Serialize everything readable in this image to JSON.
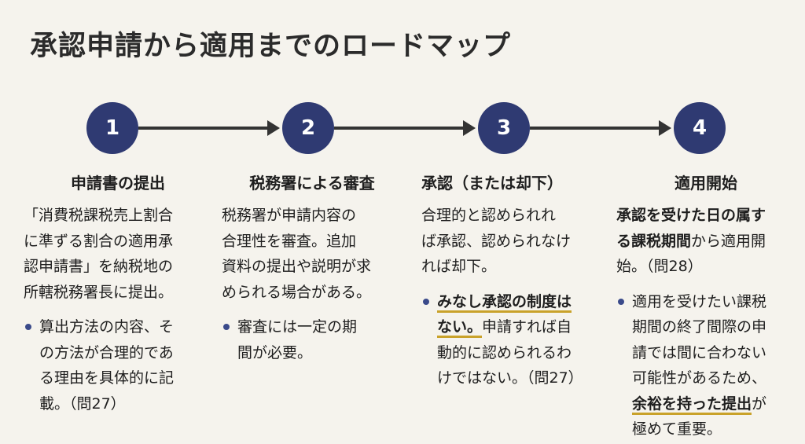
{
  "title": "承認申請から適用までのロードマップ",
  "colors": {
    "circle": "#2f3a72",
    "arrow": "#333333",
    "underline": "#c9a22a",
    "background": "#f5f3ed"
  },
  "steps": [
    {
      "number": "1",
      "heading": "申請書の提出",
      "para": [
        [
          [
            "「消費税課税売上割合",
            ""
          ]
        ],
        [
          [
            "に準ずる割合の適用承",
            ""
          ]
        ],
        [
          [
            "認申請書」を納税地の",
            ""
          ]
        ],
        [
          [
            "所轄税務署長に提出。",
            ""
          ]
        ]
      ],
      "bullet": [
        [
          [
            "算出方法の内容、そ",
            ""
          ]
        ],
        [
          [
            "の方法が合理的であ",
            ""
          ]
        ],
        [
          [
            "る理由を具体的に記",
            ""
          ]
        ],
        [
          [
            "載。（問27）",
            ""
          ]
        ]
      ]
    },
    {
      "number": "2",
      "heading": "税務署による審査",
      "para": [
        [
          [
            "税務署が申請内容の",
            ""
          ]
        ],
        [
          [
            "合理性を審査。追加",
            ""
          ]
        ],
        [
          [
            "資料の提出や説明が求",
            ""
          ]
        ],
        [
          [
            "められる場合がある。",
            ""
          ]
        ]
      ],
      "bullet": [
        [
          [
            "審査には一定の期",
            ""
          ]
        ],
        [
          [
            "間が必要。",
            ""
          ]
        ]
      ]
    },
    {
      "number": "3",
      "heading": "承認（または却下）",
      "para": [
        [
          [
            "合理的と認められれ",
            ""
          ]
        ],
        [
          [
            "ば承認、認められなけ",
            ""
          ]
        ],
        [
          [
            "れば却下。",
            ""
          ]
        ]
      ],
      "bullet": [
        [
          [
            "みなし承認の制度は",
            "u"
          ]
        ],
        [
          [
            "ない。",
            "u"
          ],
          [
            "申請すれば自",
            ""
          ]
        ],
        [
          [
            "動的に認められるわ",
            ""
          ]
        ],
        [
          [
            "けではない。（問27）",
            ""
          ]
        ]
      ]
    },
    {
      "number": "4",
      "heading": "適用開始",
      "para": [
        [
          [
            "承認を受けた日の属す",
            "b"
          ]
        ],
        [
          [
            "る課税期間",
            "b"
          ],
          [
            "から適用開",
            ""
          ]
        ],
        [
          [
            "始。（問28）",
            ""
          ]
        ]
      ],
      "bullet": [
        [
          [
            "適用を受けたい課税",
            ""
          ]
        ],
        [
          [
            "期間の終了間際の申",
            ""
          ]
        ],
        [
          [
            "請では間に合わない",
            ""
          ]
        ],
        [
          [
            "可能性があるため、",
            ""
          ]
        ],
        [
          [
            "余裕を持った提出",
            "u"
          ],
          [
            "が",
            ""
          ]
        ],
        [
          [
            "極めて重要。",
            ""
          ]
        ]
      ]
    }
  ]
}
